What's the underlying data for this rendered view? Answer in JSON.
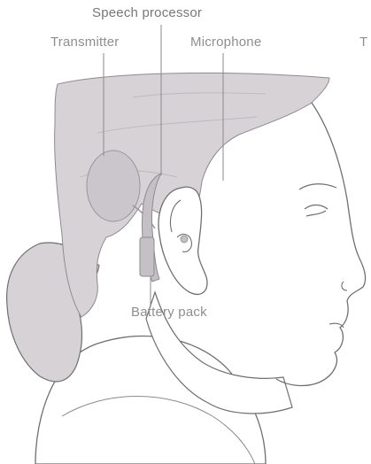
{
  "labels": {
    "speech_processor": "Speech processor",
    "transmitter": "Transmitter",
    "microphone": "Microphone",
    "cut_off_label": "T",
    "battery_pack": "Battery pack"
  },
  "colors": {
    "hair": "#d6d2d6",
    "hair_dark": "#c9c4c9",
    "outline": "#6f6f6f",
    "device": "#c5c0c5",
    "leader": "#8a8a8a",
    "skin": "#ffffff"
  }
}
